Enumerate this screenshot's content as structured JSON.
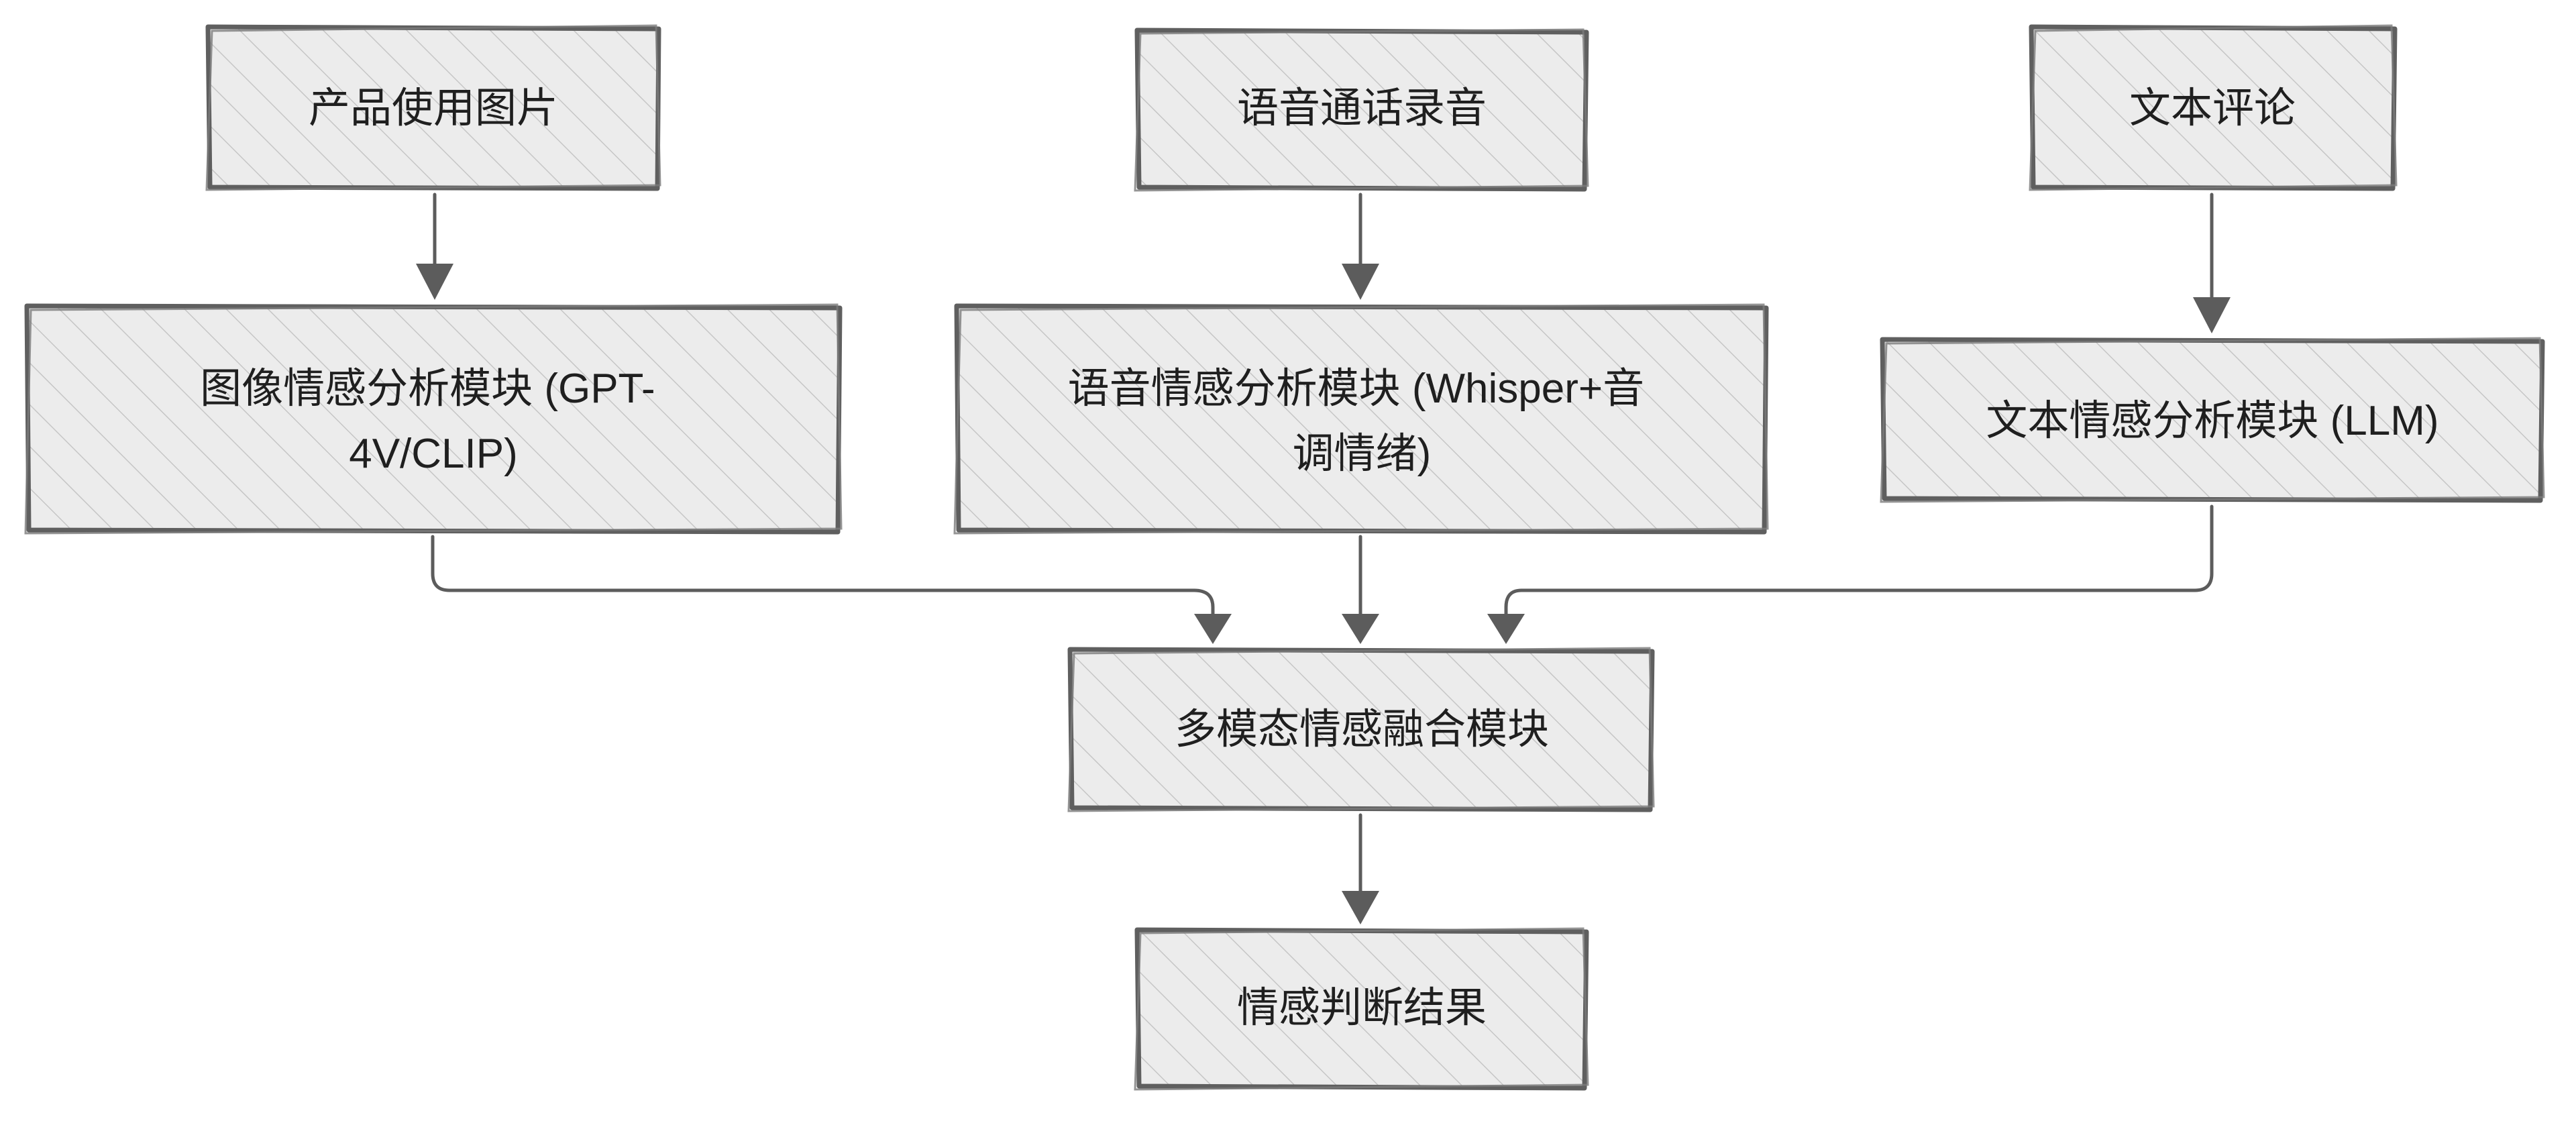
{
  "nodes": {
    "input_image": {
      "label": [
        "产品使用图片"
      ]
    },
    "input_voice": {
      "label": [
        "语音通话录音"
      ]
    },
    "input_text": {
      "label": [
        "文本评论"
      ]
    },
    "module_image": {
      "label": [
        "图像情感分析模块 (GPT-",
        "4V/CLIP)"
      ]
    },
    "module_voice": {
      "label": [
        "语音情感分析模块 (Whisper+音",
        "调情绪)"
      ]
    },
    "module_text": {
      "label": [
        "文本情感分析模块 (LLM)"
      ]
    },
    "module_fusion": {
      "label": [
        "多模态情感融合模块"
      ]
    },
    "result": {
      "label": [
        "情感判断结果"
      ]
    }
  },
  "edges": [
    {
      "from": "input_image",
      "to": "module_image"
    },
    {
      "from": "input_voice",
      "to": "module_voice"
    },
    {
      "from": "input_text",
      "to": "module_text"
    },
    {
      "from": "module_image",
      "to": "module_fusion"
    },
    {
      "from": "module_voice",
      "to": "module_fusion"
    },
    {
      "from": "module_text",
      "to": "module_fusion"
    },
    {
      "from": "module_fusion",
      "to": "result"
    }
  ],
  "colors": {
    "box_fill": "#ececec",
    "box_stroke": "#5f5f5f",
    "hatch": "#c6c6c6",
    "arrow": "#5c5c5c",
    "text": "#1f1f1f"
  }
}
